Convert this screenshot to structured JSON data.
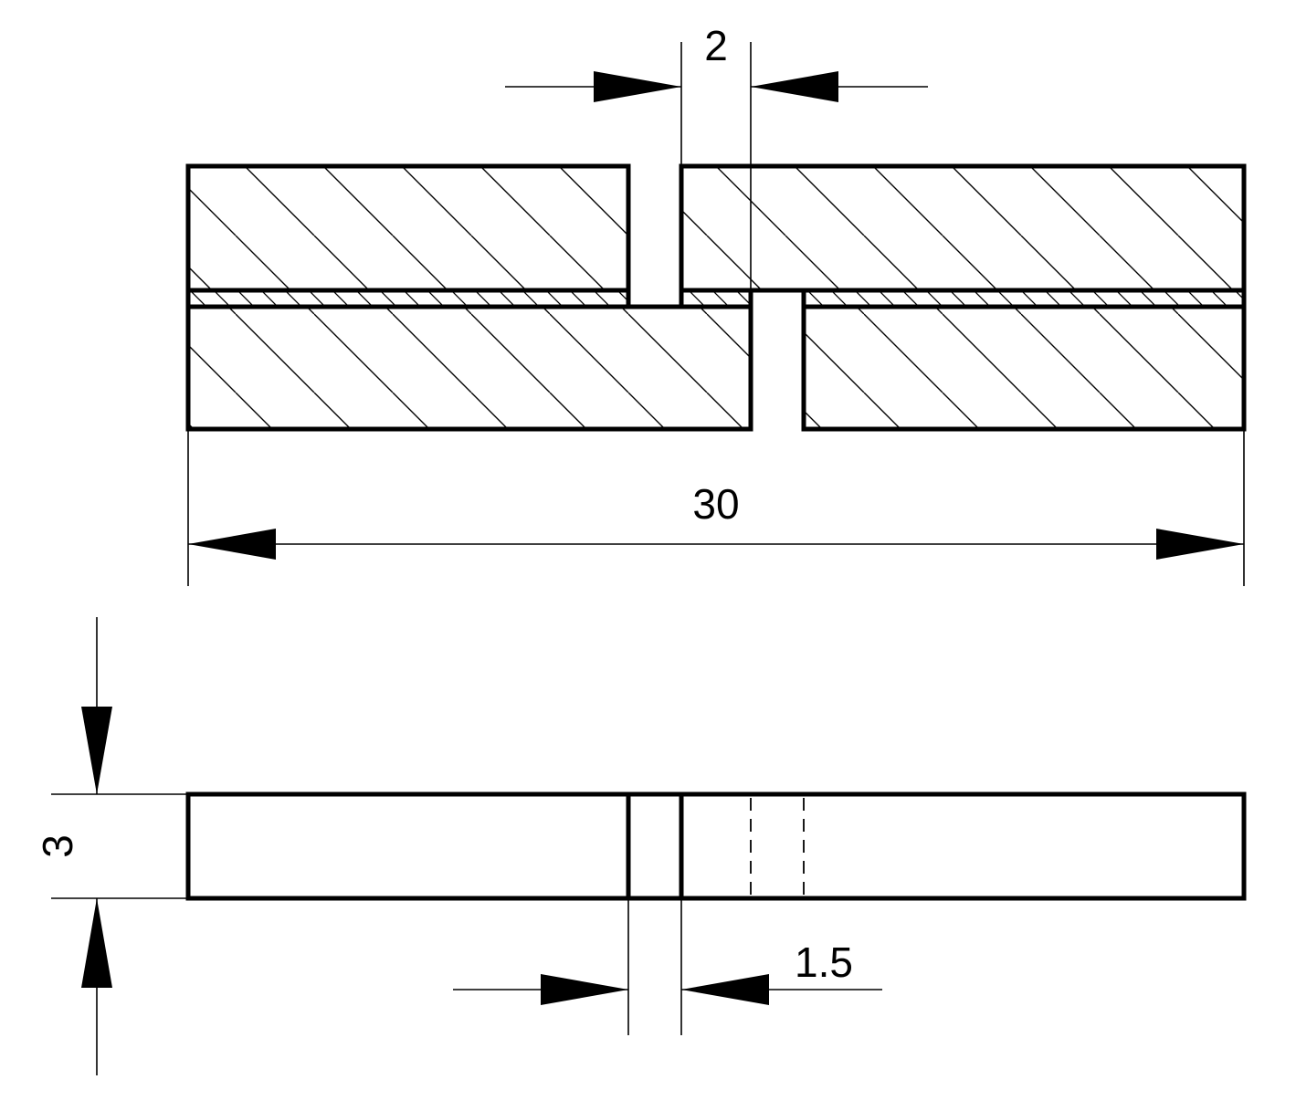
{
  "dimensions": {
    "gap_width": "2",
    "overall_length": "30",
    "thickness": "3",
    "slot_width": "1.5"
  },
  "colors": {
    "line": "#000000",
    "background": "#ffffff"
  }
}
